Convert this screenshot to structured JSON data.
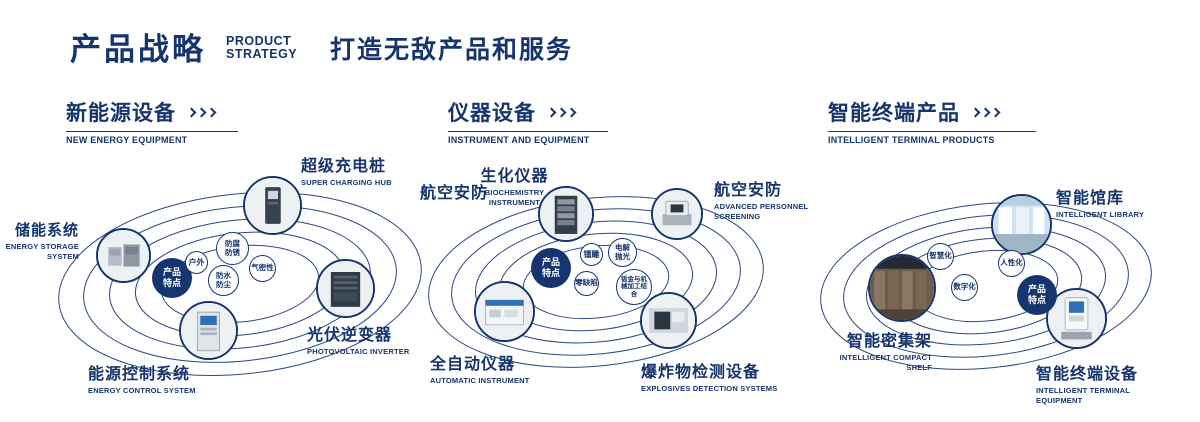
{
  "header": {
    "title_cn": "产品战略",
    "title_en_line1": "PRODUCT",
    "title_en_line2": "STRATEGY",
    "slogan": "打造无敌产品和服务"
  },
  "colors": {
    "navy": "#16356e"
  },
  "sections": [
    {
      "title_cn": "新能源设备",
      "title_en": "NEW ENERGY EQUIPMENT",
      "center_label": "产品特点",
      "features": [
        "防腐防锈",
        "户外",
        "气密性",
        "防水防尘"
      ],
      "products": [
        {
          "cn": "储能系统",
          "en": "ENERGY STORAGE SYSTEM"
        },
        {
          "cn": "超级充电桩",
          "en": "SUPER CHARGING HUB"
        },
        {
          "cn": "光伏逆变器",
          "en": "PHOTOVOLTAIC INVERTER"
        },
        {
          "cn": "能源控制系统",
          "en": "ENERGY CONTROL SYSTEM"
        }
      ]
    },
    {
      "title_cn": "仪器设备",
      "title_en": "INSTRUMENT AND EQUIPMENT",
      "center_label": "产品特点",
      "features": [
        "镭雕",
        "电解抛光",
        "零缺陷",
        "钣金与机械加工结合"
      ],
      "products": [
        {
          "cn": "航空安防",
          "en": ""
        },
        {
          "cn": "生化仪器",
          "en": "BIOCHEMISTRY INSTRUMENT"
        },
        {
          "cn": "航空安防",
          "en": "ADVANCED PERSONNEL SCREENING"
        },
        {
          "cn": "全自动仪器",
          "en": "AUTOMATIC INSTRUMENT"
        },
        {
          "cn": "爆炸物检测设备",
          "en": "EXPLOSIVES DETECTION SYSTEMS"
        }
      ]
    },
    {
      "title_cn": "智能终端产品",
      "title_en": "INTELLIGENT TERMINAL PRODUCTS",
      "center_label": "产品特点",
      "features": [
        "智慧化",
        "人性化",
        "数字化"
      ],
      "products": [
        {
          "cn": "智能馆库",
          "en": "INTELLIGENT LIBRARY"
        },
        {
          "cn": "智能密集架",
          "en": "INTELLIGENT COMPACT SHELF"
        },
        {
          "cn": "智能终端设备",
          "en": "INTELLIGENT TERMINAL EQUIPMENT"
        }
      ]
    }
  ]
}
